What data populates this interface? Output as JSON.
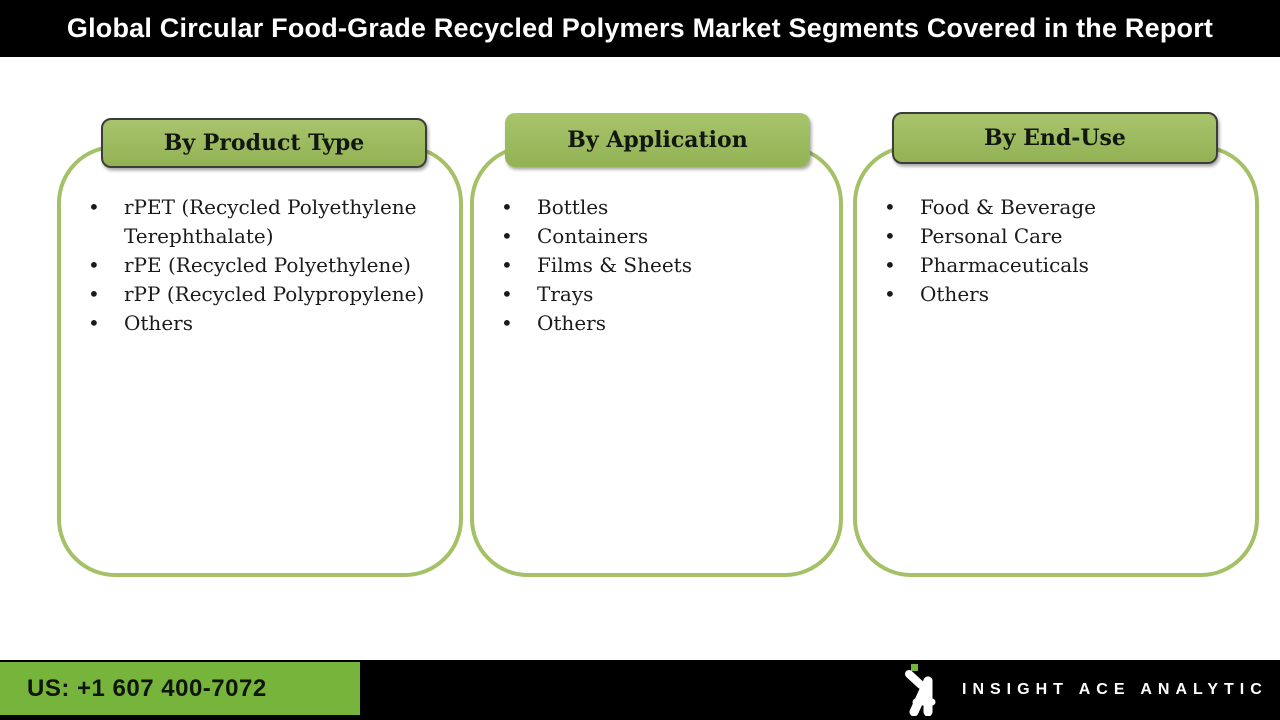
{
  "title": "Global Circular Food-Grade Recycled Polymers Market Segments Covered in the Report",
  "columns": [
    {
      "header": "By Product Type",
      "items": [
        "rPET (Recycled Polyethylene Terephthalate)",
        "rPE (Recycled Polyethylene)",
        "rPP (Recycled Polypropylene)",
        "Others"
      ]
    },
    {
      "header": "By Application",
      "items": [
        "Bottles",
        "Containers",
        "Films & Sheets",
        "Trays",
        "Others"
      ]
    },
    {
      "header": "By End-Use",
      "items": [
        "Food & Beverage",
        "Personal Care",
        "Pharmaceuticals",
        "Others"
      ]
    }
  ],
  "footer": {
    "phone": "US: +1 607 400-7072",
    "brand": "INSIGHT ACE ANALYTIC"
  },
  "colors": {
    "bar_black": "#000000",
    "title_text": "#ffffff",
    "panel_border": "#a4c167",
    "tab_fill": "#9cba5f",
    "tab_border": "#3c3c3c",
    "footer_green": "#76b43c",
    "body_text": "#1a1a1a"
  }
}
